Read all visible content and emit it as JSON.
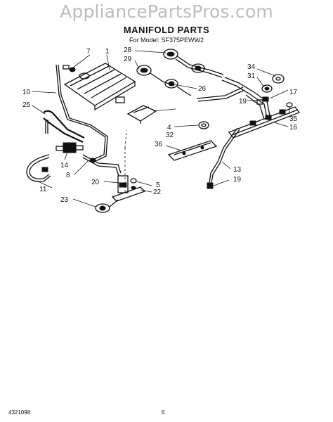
{
  "header": {
    "watermark": "AppliancePartsPros.com",
    "title": "MANIFOLD PARTS",
    "subtitle": "For Model: SF375PEWW2"
  },
  "footer": {
    "code": "4321098",
    "page": "6"
  },
  "callouts": {
    "c1": "1",
    "c4": "4",
    "c5": "5",
    "c7": "7",
    "c8": "8",
    "c10": "10",
    "c11": "11",
    "c13": "13",
    "c14": "14",
    "c16": "16",
    "c17": "17",
    "c19a": "19",
    "c19b": "19",
    "c20": "20",
    "c22": "22",
    "c23": "23",
    "c25": "25",
    "c26": "26",
    "c28": "28",
    "c29": "29",
    "c31": "31",
    "c32": "32",
    "c34": "34",
    "c35": "35",
    "c36": "36"
  }
}
